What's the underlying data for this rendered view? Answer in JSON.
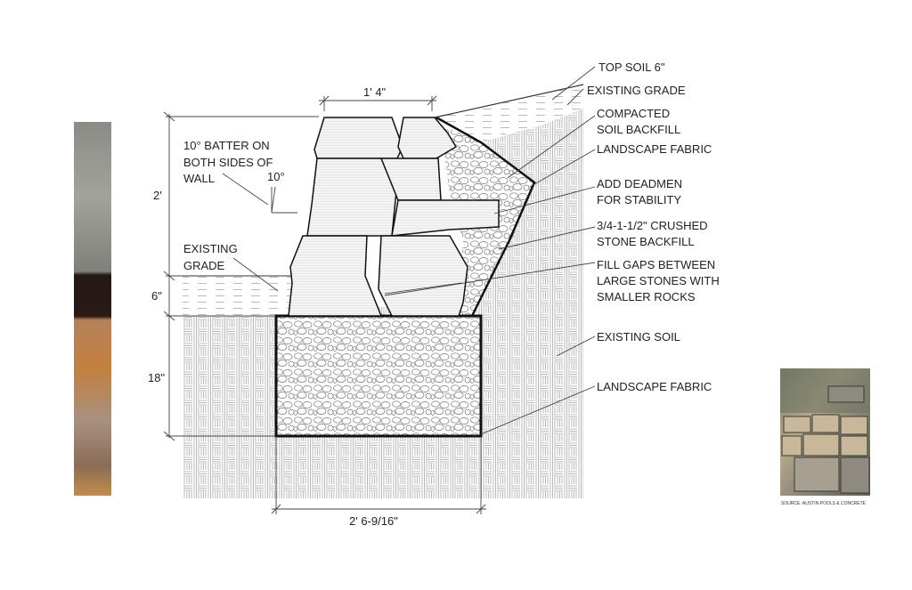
{
  "title": "Dry stack stone retaining wall section",
  "dimensions": {
    "top_width": "1' 4\"",
    "wall_height": "2'",
    "grade_depth": "6\"",
    "footing_depth": "18\"",
    "footing_width": "2' 6-9/16\""
  },
  "left_notes": {
    "batter_line1": "10° BATTER ON",
    "batter_line2": "BOTH SIDES OF",
    "batter_line3": "WALL",
    "batter_angle": "10°",
    "grade_line1": "EXISTING",
    "grade_line2": "GRADE"
  },
  "callouts": [
    {
      "lines": [
        "TOP SOIL 6\""
      ]
    },
    {
      "lines": [
        "EXISTING GRADE"
      ]
    },
    {
      "lines": [
        "COMPACTED",
        "SOIL BACKFILL"
      ]
    },
    {
      "lines": [
        "LANDSCAPE FABRIC"
      ]
    },
    {
      "lines": [
        "ADD DEADMEN",
        "FOR STABILITY"
      ]
    },
    {
      "lines": [
        "3/4-1-1/2\" CRUSHED",
        "STONE BACKFILL"
      ]
    },
    {
      "lines": [
        "FILL GAPS BETWEEN",
        "LARGE STONES WITH",
        "SMALLER ROCKS"
      ]
    },
    {
      "lines": [
        "EXISTING SOIL"
      ]
    },
    {
      "lines": [
        "LANDSCAPE FABRIC"
      ]
    }
  ],
  "photo_source": "SOURCE: AUSTIN POOLS & CONCRETE"
}
